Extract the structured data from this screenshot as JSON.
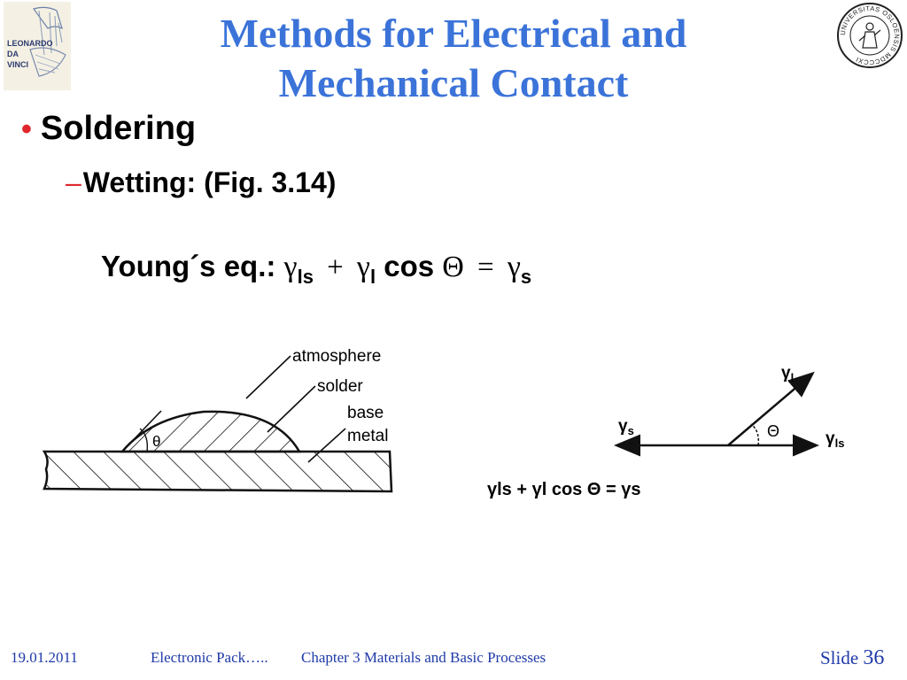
{
  "colors": {
    "title": "#3b73d9",
    "bullet_dot": "#e0262c",
    "footer": "#1f3aa8"
  },
  "title": {
    "line1": "Methods for Electrical and",
    "line2": "Mechanical Contact"
  },
  "logos": {
    "left_text": [
      "LEONARDO",
      "DA",
      "VINCI"
    ],
    "right_seal_text": "UNIVERSITAS OSLOENSIS MDCCCXI"
  },
  "bullets": {
    "main": "Soldering",
    "sub_dash": "–",
    "sub": "Wetting: (Fig. 3.14)"
  },
  "equation": {
    "label": "Young´s eq.:",
    "gamma": "γ",
    "sub_ls": "ls",
    "plus": "+",
    "sub_l": "l",
    "cos": "cos",
    "theta": "Θ",
    "equals": "=",
    "sub_s": "s"
  },
  "figure_left": {
    "labels": {
      "atmosphere": "atmosphere",
      "solder": "solder",
      "base": "base",
      "metal": "metal",
      "theta": "θ"
    }
  },
  "figure_right": {
    "labels": {
      "gamma_l": "γ",
      "sub_l": "l",
      "gamma_s": "γ",
      "sub_s": "s",
      "theta": "Θ",
      "gamma_ls": "γ",
      "sub_ls": "ls"
    },
    "equation": "γls + γl cos Θ = γs"
  },
  "footer": {
    "date": "19.01.2011",
    "course": "Electronic Pack…..",
    "chapter": "Chapter 3 Materials and Basic Processes",
    "slide_label": "Slide",
    "slide_number": "36"
  }
}
